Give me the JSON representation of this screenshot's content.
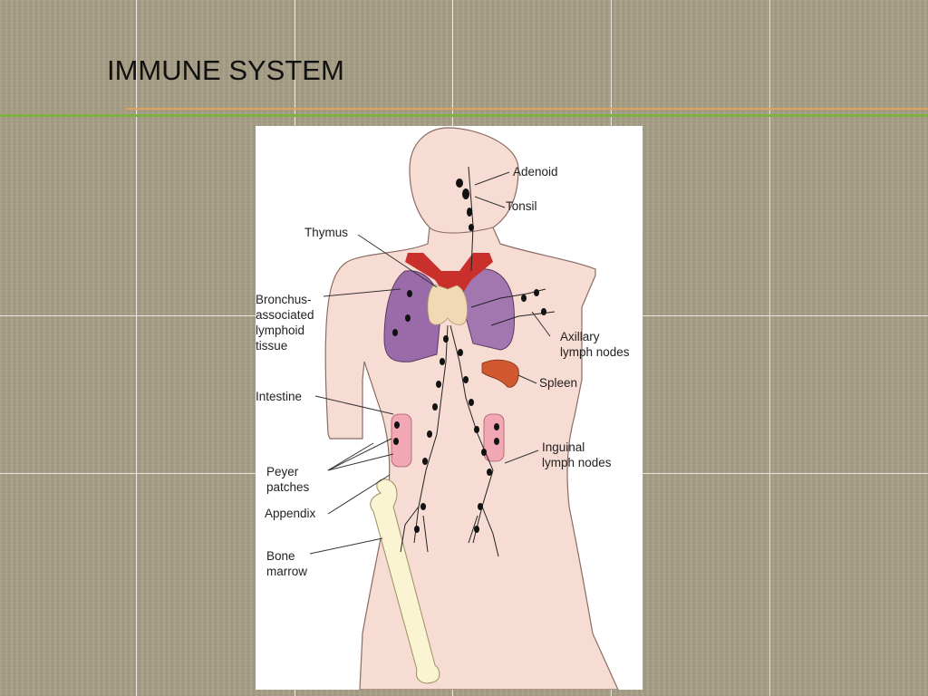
{
  "title": "IMMUNE SYSTEM",
  "labels": {
    "adenoid": "Adenoid",
    "tonsil": "Tonsil",
    "thymus": "Thymus",
    "bronchus": "Bronchus-\nassociated\nlymphoid\ntissue",
    "axillary": "Axillary\nlymph nodes",
    "spleen": "Spleen",
    "intestine": "Intestine",
    "peyer": "Peyer\npatches",
    "inguinal": "Inguinal\nlymph nodes",
    "appendix": "Appendix",
    "bone_marrow": "Bone\nmarrow"
  },
  "colors": {
    "skin": "#f6dcd2",
    "lung": "#9b6aa8",
    "thymus": "#f2d9b6",
    "spleen": "#d0582f",
    "vessel": "#c9302c",
    "bone": "#fbf4d3",
    "accent_green": "#7cb342",
    "accent_orange": "#e0a25c"
  }
}
